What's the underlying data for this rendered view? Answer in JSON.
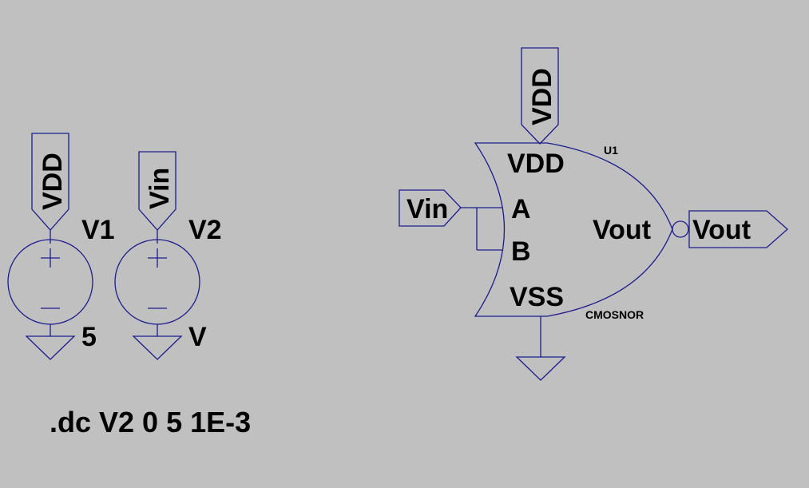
{
  "schematic": {
    "sources": [
      {
        "name": "V1",
        "value": "5",
        "net": "VDD"
      },
      {
        "name": "V2",
        "value": "V",
        "net": "Vin"
      }
    ],
    "directive": ".dc V2 0 5 1E-3",
    "gate": {
      "ref": "U1",
      "model": "CMOSNOR",
      "supply_net": "VDD",
      "pins": {
        "vdd": "VDD",
        "a": "A",
        "b": "B",
        "vss": "VSS",
        "out": "Vout"
      },
      "input_net": "Vin",
      "output_net": "Vout"
    }
  }
}
